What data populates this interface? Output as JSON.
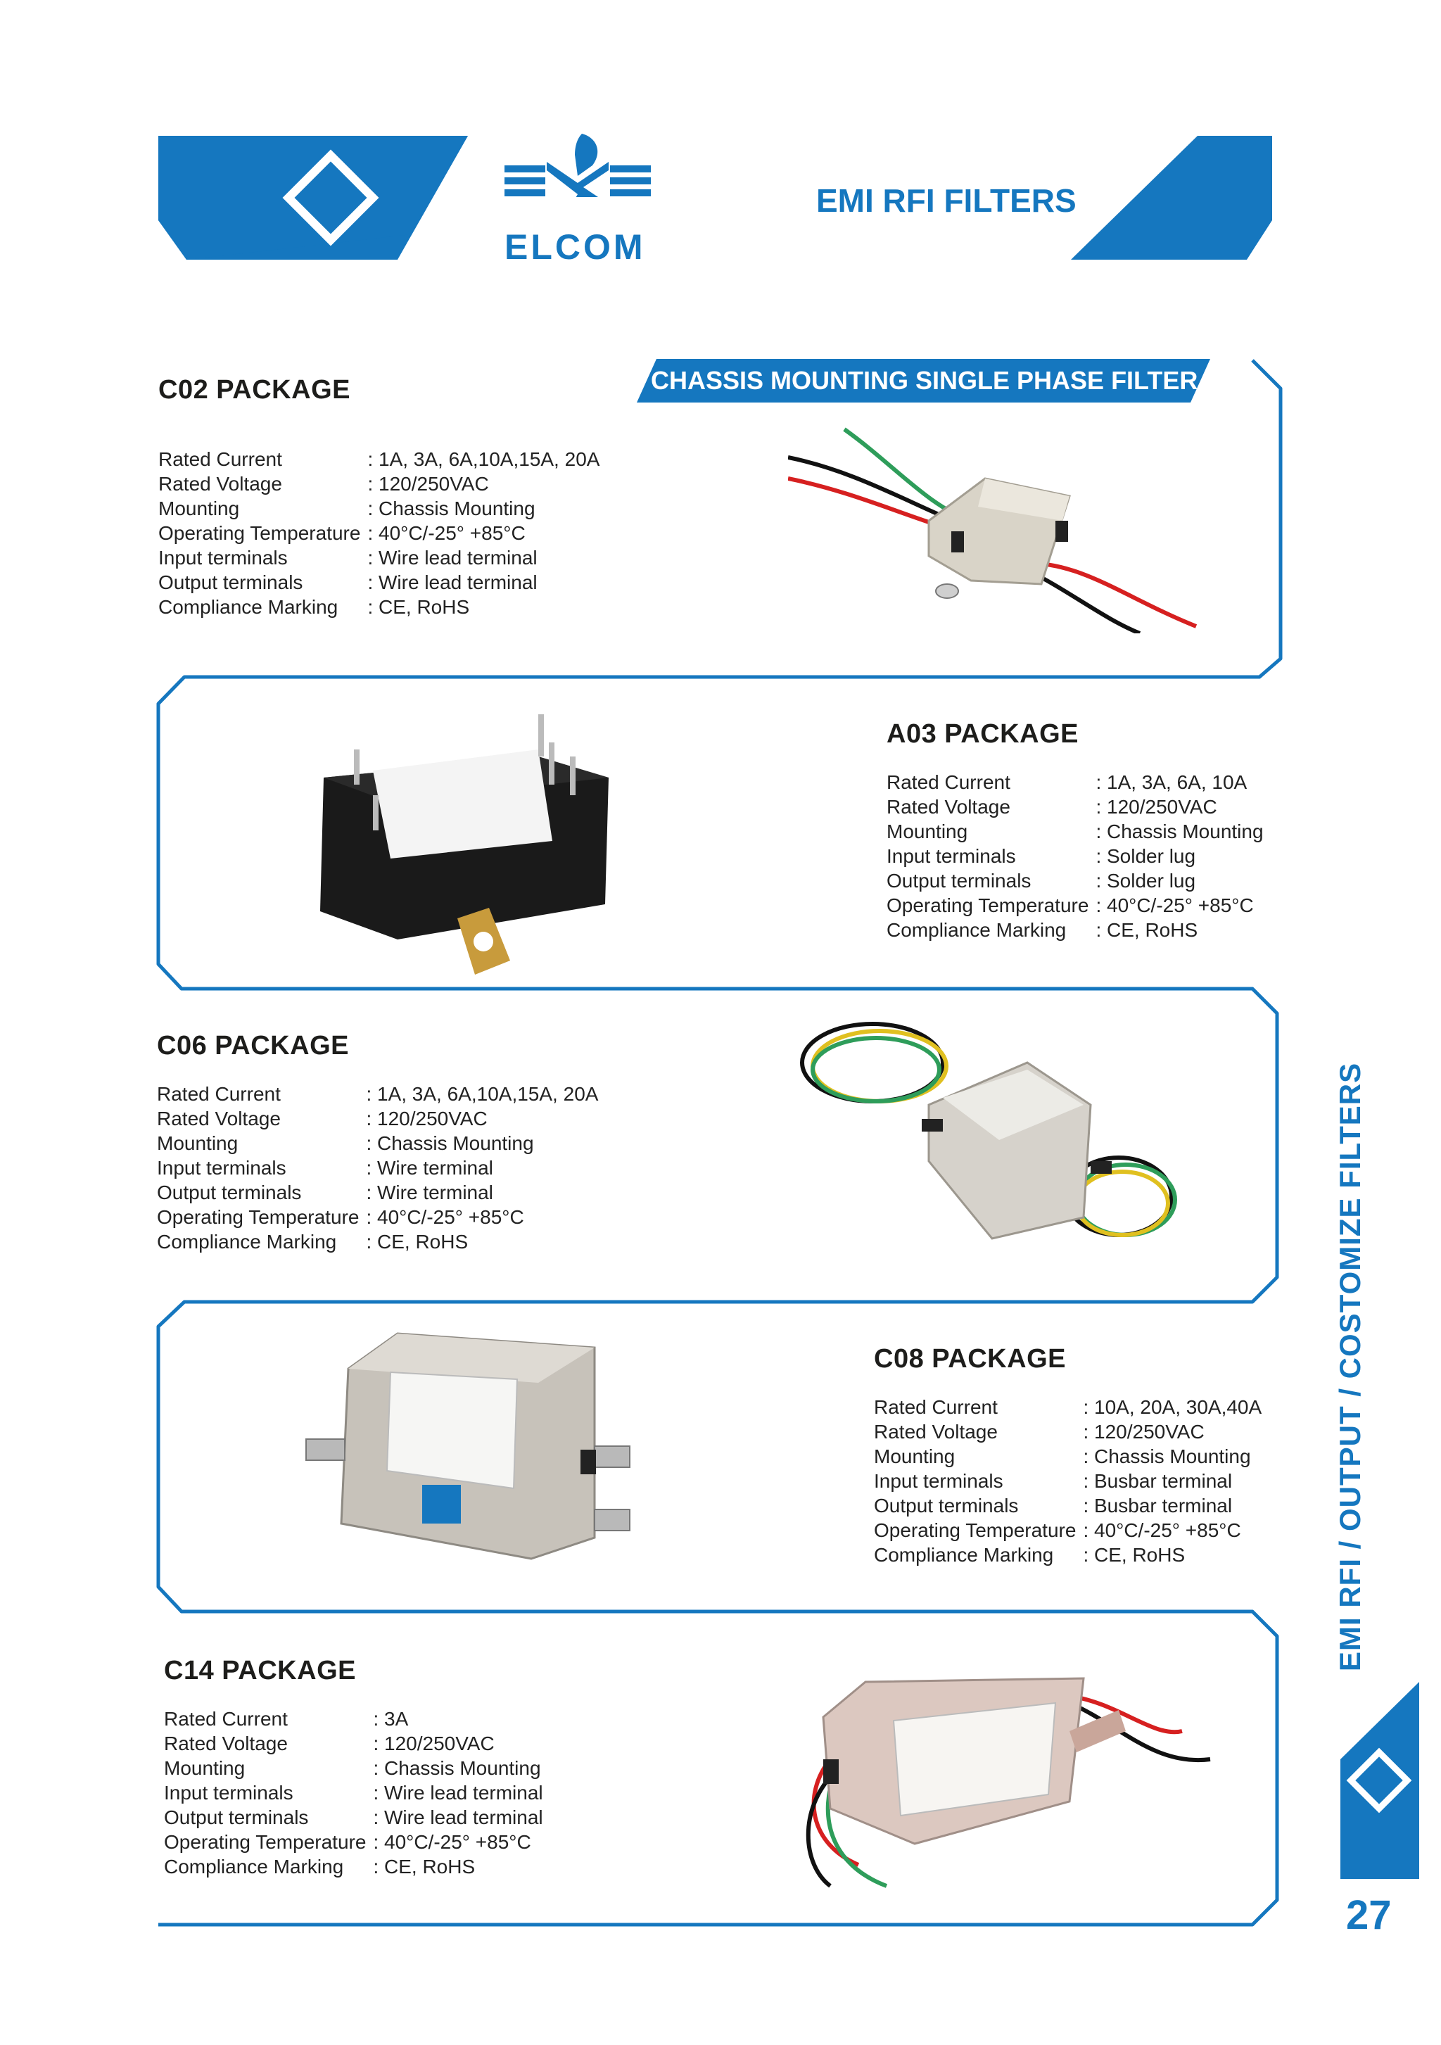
{
  "header": {
    "brand": "ELCOM",
    "title": "EMI RFI FILTERS"
  },
  "banner": "CHASSIS MOUNTING SINGLE PHASE FILTER",
  "side_title": "EMI RFI  / OUTPUT / COSTOMIZE FILTERS",
  "page_number": "27",
  "packages": [
    {
      "title": "C02 PACKAGE",
      "specs": [
        {
          "label": "Rated Current",
          "value": ": 1A, 3A, 6A,10A,15A, 20A"
        },
        {
          "label": "Rated Voltage",
          "value": ": 120/250VAC"
        },
        {
          "label": "Mounting",
          "value": ": Chassis Mounting"
        },
        {
          "label": "Operating Temperature",
          "value": ": 40°C/-25° +85°C"
        },
        {
          "label": "Input terminals",
          "value": ": Wire lead terminal"
        },
        {
          "label": "Output terminals",
          "value": ": Wire lead terminal"
        },
        {
          "label": "Compliance Marking",
          "value": ": CE, RoHS"
        }
      ]
    },
    {
      "title": "A03 PACKAGE",
      "specs": [
        {
          "label": "Rated Current",
          "value": ": 1A, 3A, 6A, 10A"
        },
        {
          "label": "Rated Voltage",
          "value": ": 120/250VAC"
        },
        {
          "label": "Mounting",
          "value": ": Chassis Mounting"
        },
        {
          "label": "Input terminals",
          "value": ": Solder lug"
        },
        {
          "label": "Output terminals",
          "value": ": Solder lug"
        },
        {
          "label": "Operating Temperature",
          "value": ": 40°C/-25° +85°C"
        },
        {
          "label": "Compliance Marking",
          "value": ": CE, RoHS"
        }
      ]
    },
    {
      "title": "C06 PACKAGE",
      "specs": [
        {
          "label": "Rated Current",
          "value": ": 1A, 3A, 6A,10A,15A, 20A"
        },
        {
          "label": "Rated Voltage",
          "value": ": 120/250VAC"
        },
        {
          "label": "Mounting",
          "value": ": Chassis Mounting"
        },
        {
          "label": "Input terminals",
          "value": ": Wire terminal"
        },
        {
          "label": "Output terminals",
          "value": ": Wire terminal"
        },
        {
          "label": "Operating Temperature",
          "value": ": 40°C/-25° +85°C"
        },
        {
          "label": "Compliance Marking",
          "value": ": CE, RoHS"
        }
      ]
    },
    {
      "title": "C08 PACKAGE",
      "specs": [
        {
          "label": "Rated Current",
          "value": ": 10A, 20A, 30A,40A"
        },
        {
          "label": "Rated Voltage",
          "value": ": 120/250VAC"
        },
        {
          "label": "Mounting",
          "value": ": Chassis Mounting"
        },
        {
          "label": "Input terminals",
          "value": ": Busbar terminal"
        },
        {
          "label": "Output terminals",
          "value": ": Busbar terminal"
        },
        {
          "label": "Operating Temperature",
          "value": ": 40°C/-25° +85°C"
        },
        {
          "label": "Compliance Marking",
          "value": ": CE, RoHS"
        }
      ]
    },
    {
      "title": "C14 PACKAGE",
      "specs": [
        {
          "label": "Rated Current",
          "value": ": 3A"
        },
        {
          "label": "Rated Voltage",
          "value": ": 120/250VAC"
        },
        {
          "label": "Mounting",
          "value": ": Chassis Mounting"
        },
        {
          "label": "Input terminals",
          "value": ": Wire lead terminal"
        },
        {
          "label": "Output terminals",
          "value": ": Wire lead terminal"
        },
        {
          "label": "Operating Temperature",
          "value": ": 40°C/-25° +85°C"
        },
        {
          "label": "Compliance Marking",
          "value": ": CE, RoHS"
        }
      ]
    }
  ],
  "colors": {
    "brand_blue": "#1577bf",
    "text": "#222222"
  }
}
